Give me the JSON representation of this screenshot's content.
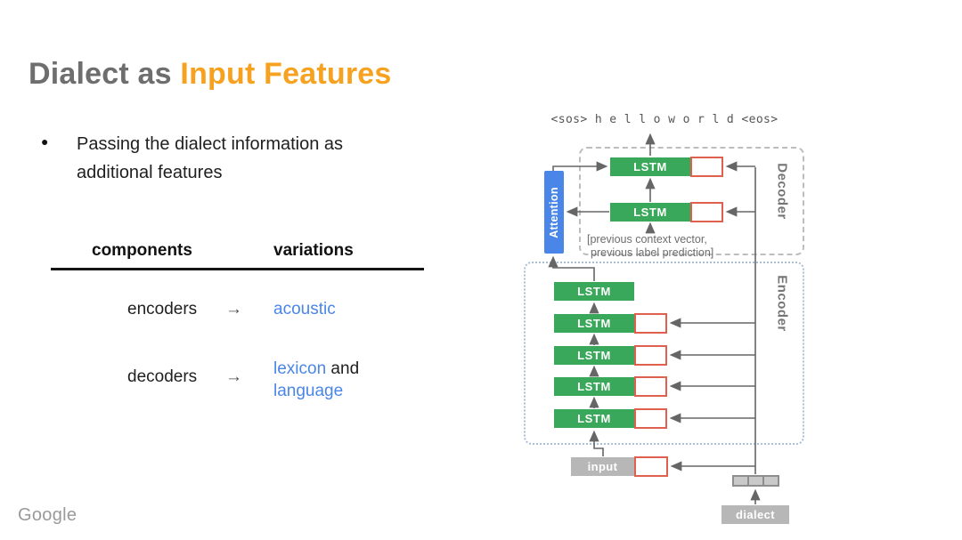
{
  "title": {
    "part1": "Dialect as ",
    "part2": "Input Features"
  },
  "bullet": {
    "marker": "●",
    "text": "Passing the dialect information as additional features"
  },
  "table": {
    "headers": {
      "col1": "components",
      "col2": "variations"
    },
    "row1": {
      "component": "encoders",
      "arrow": "→",
      "variation": "acoustic"
    },
    "row2": {
      "component": "decoders",
      "arrow": "→",
      "variation_blue1": "lexicon",
      "variation_plain": " and",
      "variation_blue2": "language"
    }
  },
  "diagram": {
    "output_sequence": "<sos> h e l l o w o r l d <eos>",
    "attention": {
      "label": "Attention"
    },
    "decoder": {
      "label": "Decoder",
      "rows": [
        {
          "label": "LSTM"
        },
        {
          "label": "LSTM"
        }
      ],
      "caption_line1": "[previous context vector,",
      "caption_line2": "previous label prediction]"
    },
    "encoder": {
      "label": "Encoder",
      "rows": [
        {
          "label": "LSTM"
        },
        {
          "label": "LSTM"
        },
        {
          "label": "LSTM"
        },
        {
          "label": "LSTM"
        },
        {
          "label": "LSTM"
        }
      ]
    },
    "input": {
      "label": "input"
    },
    "dialect": {
      "label": "dialect"
    }
  },
  "footer": {
    "logo": "Google"
  },
  "colors": {
    "title_gray": "#6e6e6e",
    "title_orange": "#f6a220",
    "link_blue": "#4a86e8",
    "lstm_green": "#3aa85a",
    "cell_red_border": "#e0604f",
    "attention_blue": "#4a86e8",
    "box_gray": "#b7b7b7",
    "wire_gray": "#666666"
  }
}
